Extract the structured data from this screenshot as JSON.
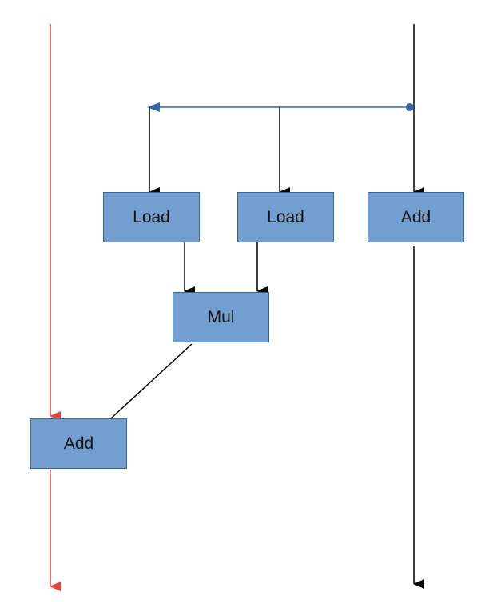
{
  "colors": {
    "node_fill": "#729fcf",
    "node_border": "#3465a4",
    "edge": "#000000",
    "left_flow": "#e8413e",
    "branch": "#3465a4"
  },
  "nodes": {
    "load_1": {
      "label": "Load"
    },
    "load_2": {
      "label": "Load"
    },
    "add_right": {
      "label": "Add"
    },
    "mul": {
      "label": "Mul"
    },
    "add_left": {
      "label": "Add"
    }
  }
}
